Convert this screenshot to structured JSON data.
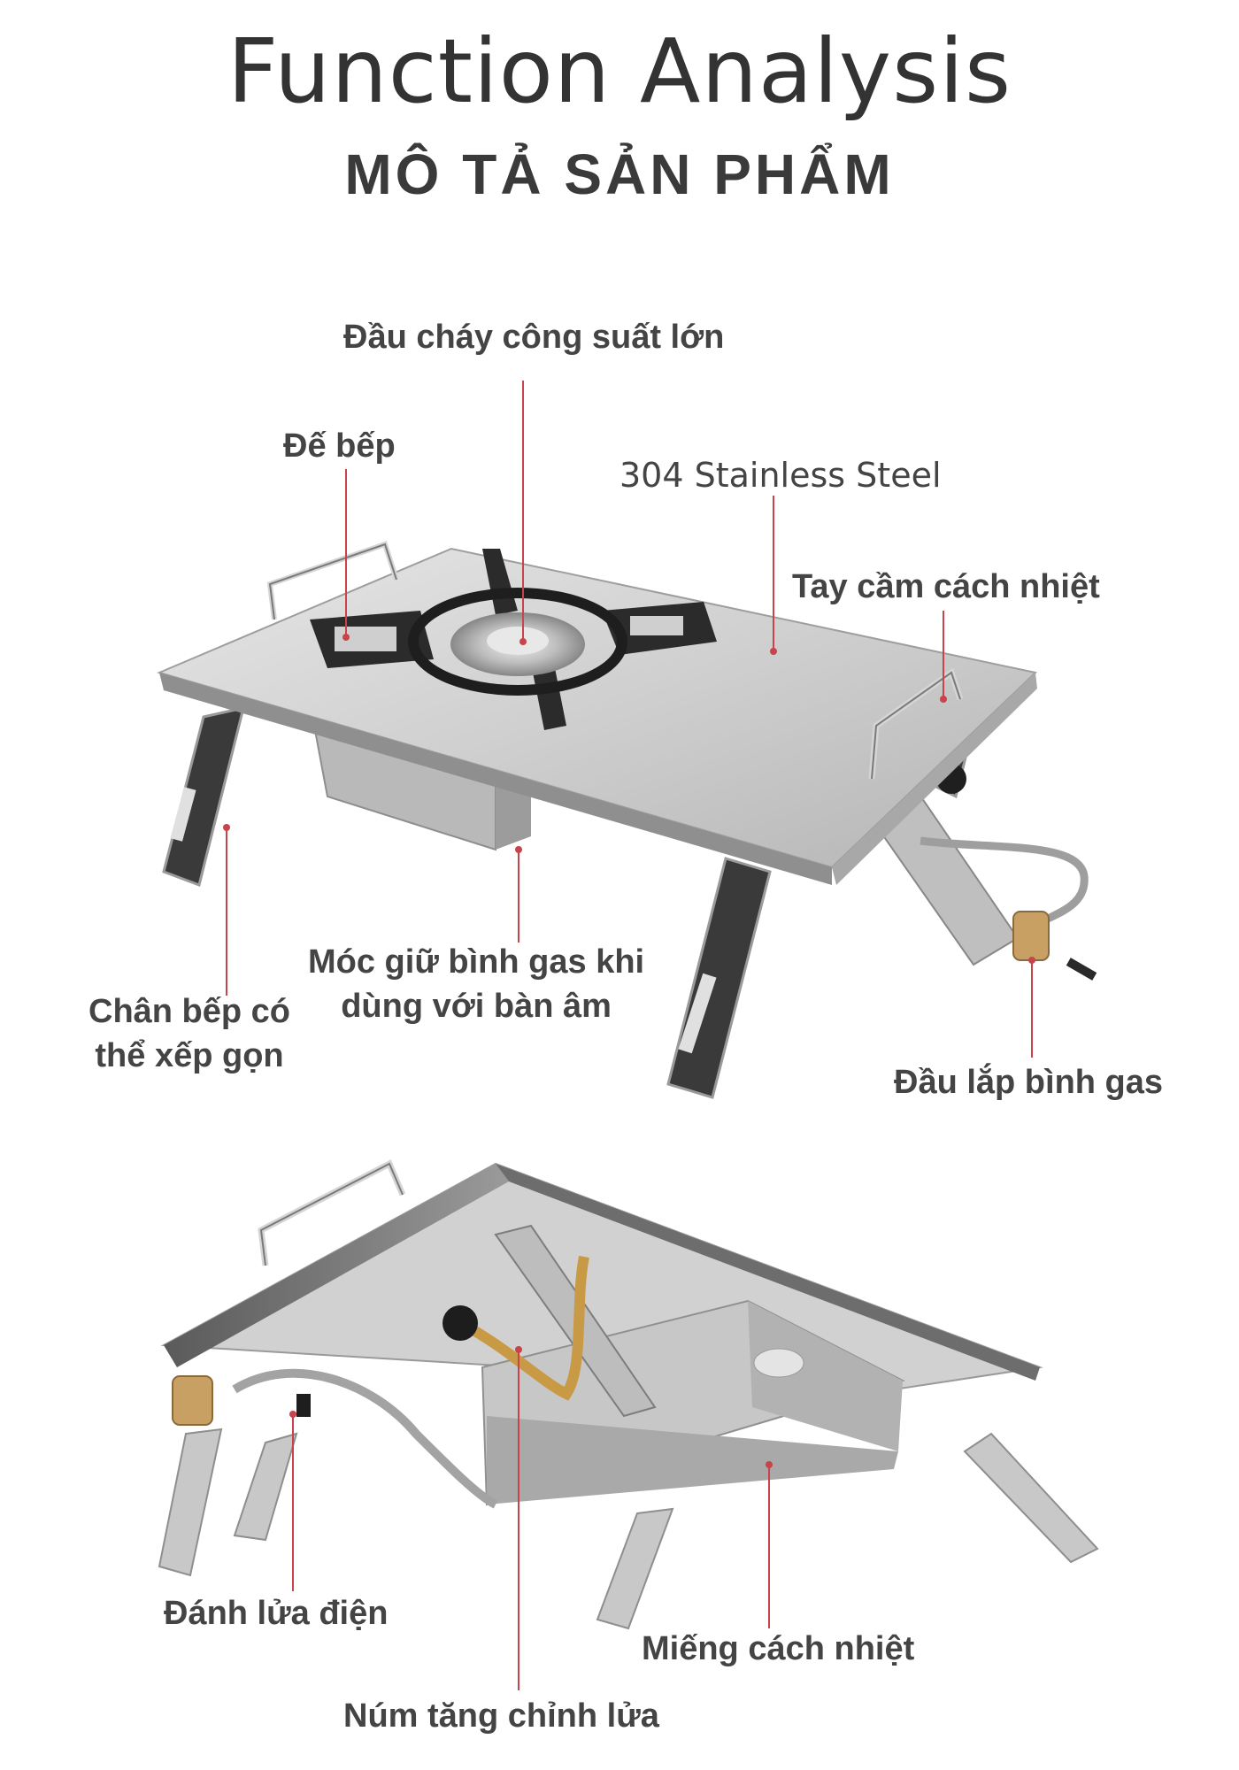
{
  "title": "Function Analysis",
  "subtitle": "MÔ TẢ SẢN PHẨM",
  "labels": {
    "burner": "Đầu cháy công suất lớn",
    "stand": "Đế bếp",
    "steel": "304 Stainless Steel",
    "handle": "Tay cầm cách nhiệt",
    "gas_hook": "Móc giữ bình gas khi\ndùng với bàn âm",
    "legs": "Chân bếp có\nthể xếp gọn",
    "gas_connector": "Đầu lắp bình gas",
    "igniter": "Đánh lửa điện",
    "insulation": "Miếng cách nhiệt",
    "knob": "Núm tăng chỉnh lửa"
  },
  "colors": {
    "leader": "#c8434a",
    "text": "#444444",
    "steel": "#c9c9c9"
  }
}
